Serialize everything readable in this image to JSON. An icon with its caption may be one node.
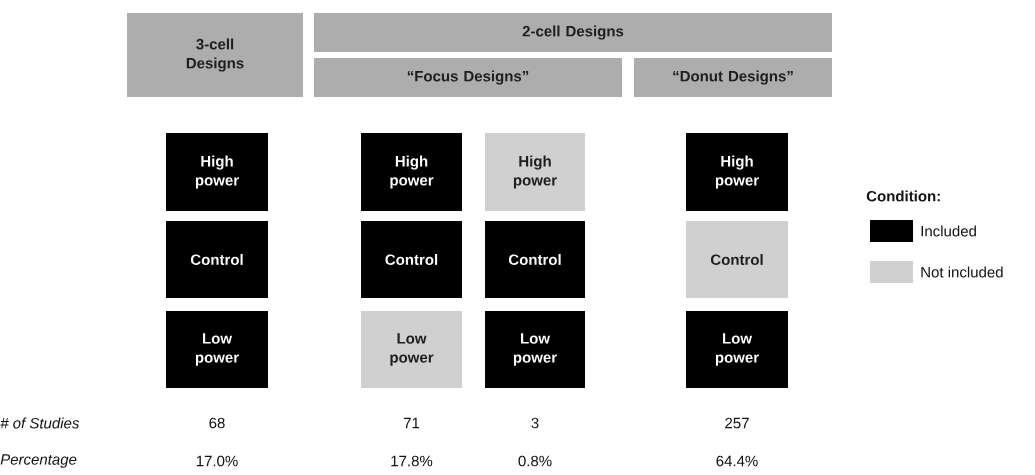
{
  "diagram": {
    "nodes": [
      {
        "text": [
          "3-cell Designs"
        ]
      },
      {
        "text": [
          "2-cell Designs"
        ]
      },
      {
        "text": [
          "“Focus Designs”"
        ]
      },
      {
        "text": [
          "“Donut Designs”"
        ]
      },
      {
        "text": [
          "High power"
        ]
      },
      {
        "text": [
          "High power"
        ]
      },
      {
        "text": [
          "High power"
        ]
      },
      {
        "text": [
          "High power"
        ]
      },
      {
        "text": [
          "Control"
        ]
      },
      {
        "text": [
          "Control"
        ]
      },
      {
        "text": [
          "Control"
        ]
      },
      {
        "text": [
          "Control"
        ]
      },
      {
        "text": [
          "Low power"
        ]
      },
      {
        "text": [
          "Low power"
        ]
      },
      {
        "text": [
          "Low power"
        ]
      },
      {
        "text": [
          "Low power"
        ]
      }
    ],
    "labels": [
      "Condition:",
      "# of Studies",
      "68",
      "71",
      "3",
      "257",
      "Percentage",
      "17.0%",
      "17.8%",
      "0.8%",
      "64.4%"
    ],
    "legend": [
      {
        "text": "Included",
        "color": "#000000"
      },
      {
        "text": "Not included",
        "color": "#d0d0d0"
      }
    ]
  }
}
